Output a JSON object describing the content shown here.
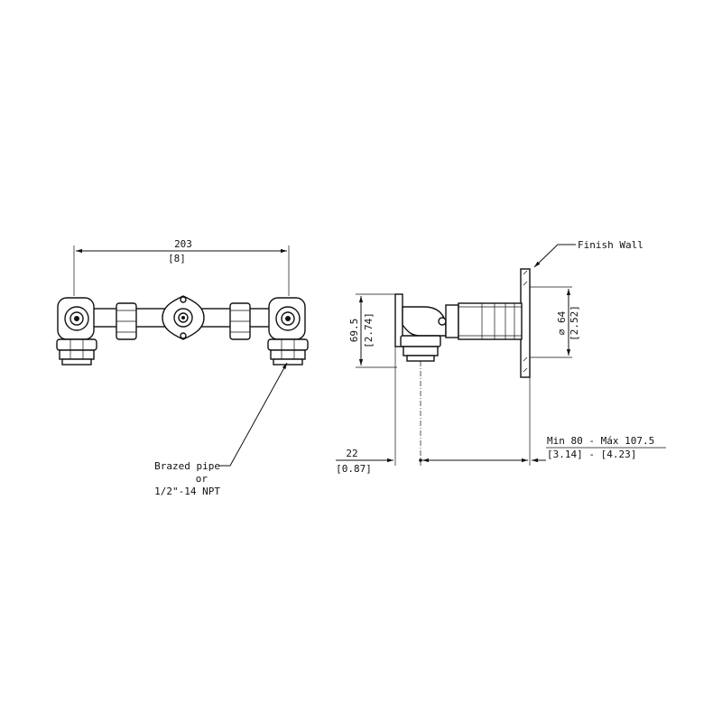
{
  "front_view": {
    "width_mm": "203",
    "width_in": "[8]"
  },
  "callout": {
    "line1": "Brazed pipe",
    "line2": "or",
    "line3": "1/2\"-14 NPT"
  },
  "side_view": {
    "finish_wall": "Finish Wall",
    "height_mm": "69.5",
    "height_in": "[2.74]",
    "dia_mm": "⌀ 64",
    "dia_in": "[2.52]",
    "offset_mm": "22",
    "offset_in": "[0.87]",
    "range_mm": "Min 80 - Máx 107.5",
    "range_in": "[3.14]  - [4.23]"
  }
}
